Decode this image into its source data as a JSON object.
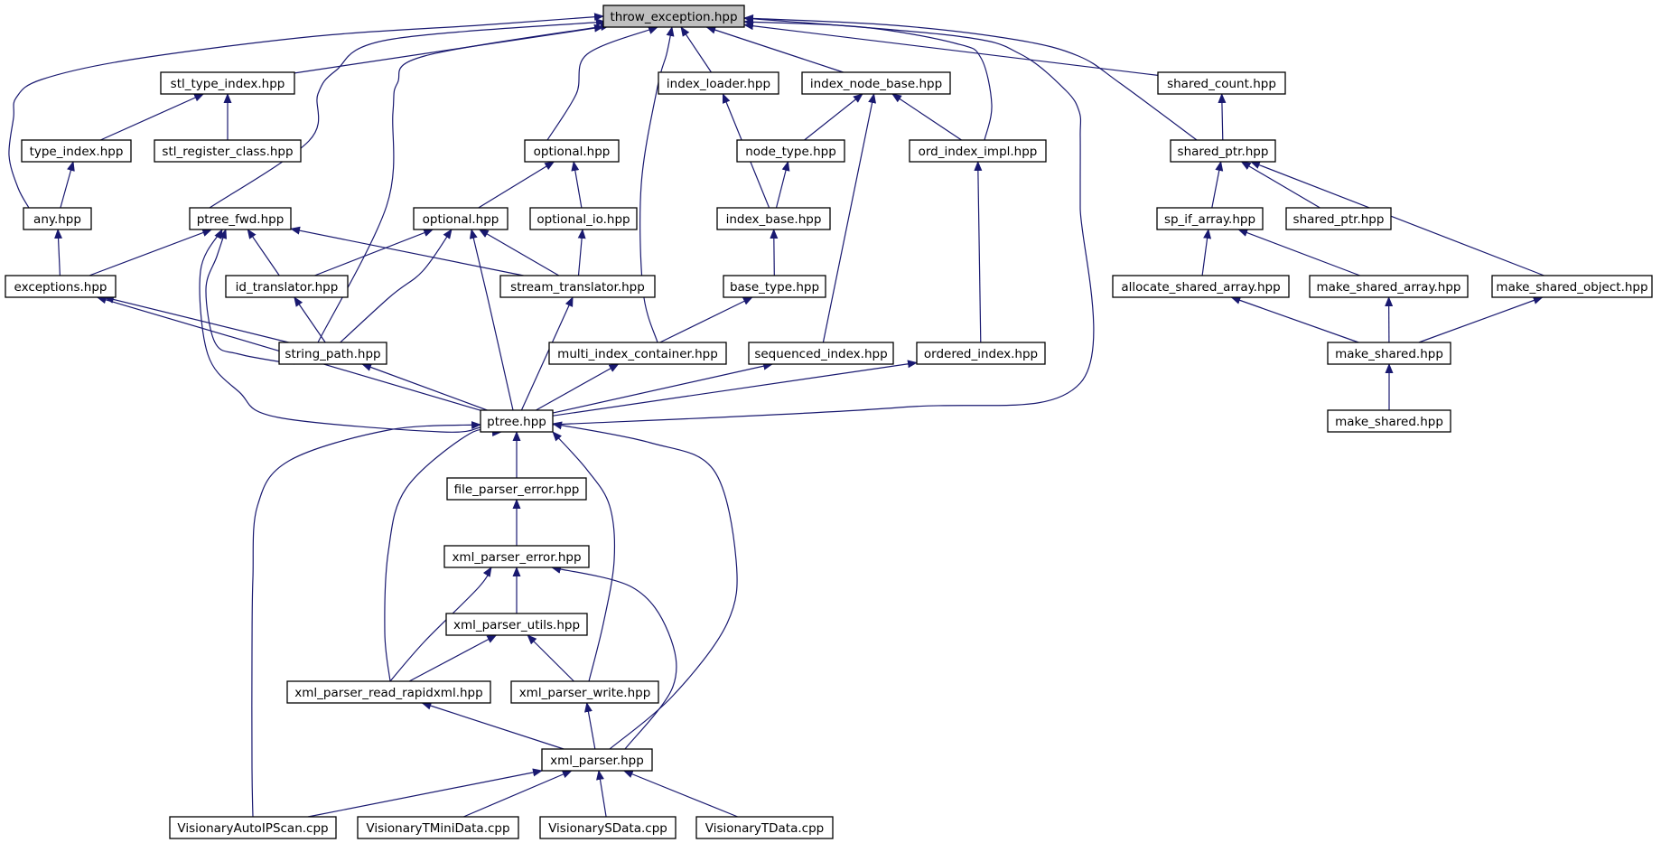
{
  "diagram": {
    "colors": {
      "edge": "#191970",
      "node_border": "#000000",
      "node_fill": "#ffffff",
      "root_fill": "#bfbfbf"
    },
    "root": "throw",
    "nodes": [
      {
        "id": "throw",
        "label": "throw_exception.hpp"
      },
      {
        "id": "stl_type_index",
        "label": "stl_type_index.hpp"
      },
      {
        "id": "index_loader",
        "label": "index_loader.hpp"
      },
      {
        "id": "index_node_base",
        "label": "index_node_base.hpp"
      },
      {
        "id": "shared_count",
        "label": "shared_count.hpp"
      },
      {
        "id": "type_index",
        "label": "type_index.hpp"
      },
      {
        "id": "stl_register_class",
        "label": "stl_register_class.hpp"
      },
      {
        "id": "optional1",
        "label": "optional.hpp"
      },
      {
        "id": "node_type",
        "label": "node_type.hpp"
      },
      {
        "id": "ord_index_impl",
        "label": "ord_index_impl.hpp"
      },
      {
        "id": "shared_ptr1",
        "label": "shared_ptr.hpp"
      },
      {
        "id": "any",
        "label": "any.hpp"
      },
      {
        "id": "ptree_fwd",
        "label": "ptree_fwd.hpp"
      },
      {
        "id": "optional2",
        "label": "optional.hpp"
      },
      {
        "id": "optional_io",
        "label": "optional_io.hpp"
      },
      {
        "id": "index_base",
        "label": "index_base.hpp"
      },
      {
        "id": "sp_if_array",
        "label": "sp_if_array.hpp"
      },
      {
        "id": "shared_ptr2",
        "label": "shared_ptr.hpp"
      },
      {
        "id": "exceptions",
        "label": "exceptions.hpp"
      },
      {
        "id": "id_translator",
        "label": "id_translator.hpp"
      },
      {
        "id": "stream_translator",
        "label": "stream_translator.hpp"
      },
      {
        "id": "base_type",
        "label": "base_type.hpp"
      },
      {
        "id": "allocate_shared_array",
        "label": "allocate_shared_array.hpp"
      },
      {
        "id": "make_shared_array",
        "label": "make_shared_array.hpp"
      },
      {
        "id": "make_shared_object",
        "label": "make_shared_object.hpp"
      },
      {
        "id": "string_path",
        "label": "string_path.hpp"
      },
      {
        "id": "multi_index_container",
        "label": "multi_index_container.hpp"
      },
      {
        "id": "sequenced_index",
        "label": "sequenced_index.hpp"
      },
      {
        "id": "ordered_index",
        "label": "ordered_index.hpp"
      },
      {
        "id": "make_shared1",
        "label": "make_shared.hpp"
      },
      {
        "id": "ptree",
        "label": "ptree.hpp"
      },
      {
        "id": "make_shared2",
        "label": "make_shared.hpp"
      },
      {
        "id": "file_parser_error",
        "label": "file_parser_error.hpp"
      },
      {
        "id": "xml_parser_error",
        "label": "xml_parser_error.hpp"
      },
      {
        "id": "xml_parser_utils",
        "label": "xml_parser_utils.hpp"
      },
      {
        "id": "xml_parser_read_rapidxml",
        "label": "xml_parser_read_rapidxml.hpp"
      },
      {
        "id": "xml_parser_write",
        "label": "xml_parser_write.hpp"
      },
      {
        "id": "xml_parser",
        "label": "xml_parser.hpp"
      },
      {
        "id": "VisionaryAutoIPScan",
        "label": "VisionaryAutoIPScan.cpp"
      },
      {
        "id": "VisionaryTMiniData",
        "label": "VisionaryTMiniData.cpp"
      },
      {
        "id": "VisionarySData",
        "label": "VisionarySData.cpp"
      },
      {
        "id": "VisionaryTData",
        "label": "VisionaryTData.cpp"
      }
    ],
    "edges": [
      {
        "from": "stl_type_index",
        "to": "throw"
      },
      {
        "from": "index_loader",
        "to": "throw"
      },
      {
        "from": "index_node_base",
        "to": "throw"
      },
      {
        "from": "shared_count",
        "to": "throw"
      },
      {
        "from": "any",
        "to": "throw"
      },
      {
        "from": "ptree_fwd",
        "to": "throw"
      },
      {
        "from": "string_path",
        "to": "throw"
      },
      {
        "from": "optional1",
        "to": "throw"
      },
      {
        "from": "multi_index_container",
        "to": "throw"
      },
      {
        "from": "ord_index_impl",
        "to": "throw"
      },
      {
        "from": "ptree",
        "to": "throw"
      },
      {
        "from": "shared_ptr1",
        "to": "throw"
      },
      {
        "from": "type_index",
        "to": "stl_type_index"
      },
      {
        "from": "stl_register_class",
        "to": "stl_type_index"
      },
      {
        "from": "any",
        "to": "type_index"
      },
      {
        "from": "exceptions",
        "to": "any"
      },
      {
        "from": "exceptions",
        "to": "ptree_fwd"
      },
      {
        "from": "id_translator",
        "to": "ptree_fwd"
      },
      {
        "from": "string_path",
        "to": "ptree_fwd"
      },
      {
        "from": "ptree",
        "to": "ptree_fwd"
      },
      {
        "from": "stream_translator",
        "to": "ptree_fwd"
      },
      {
        "from": "optional2",
        "to": "optional1"
      },
      {
        "from": "optional_io",
        "to": "optional1"
      },
      {
        "from": "id_translator",
        "to": "optional2"
      },
      {
        "from": "string_path",
        "to": "optional2"
      },
      {
        "from": "ptree",
        "to": "optional2"
      },
      {
        "from": "stream_translator",
        "to": "optional2"
      },
      {
        "from": "stream_translator",
        "to": "optional_io"
      },
      {
        "from": "index_base",
        "to": "index_loader"
      },
      {
        "from": "node_type",
        "to": "index_node_base"
      },
      {
        "from": "ord_index_impl",
        "to": "index_node_base"
      },
      {
        "from": "sequenced_index",
        "to": "index_node_base"
      },
      {
        "from": "index_base",
        "to": "node_type"
      },
      {
        "from": "base_type",
        "to": "index_base"
      },
      {
        "from": "multi_index_container",
        "to": "base_type"
      },
      {
        "from": "ordered_index",
        "to": "ord_index_impl"
      },
      {
        "from": "shared_ptr1",
        "to": "shared_count"
      },
      {
        "from": "sp_if_array",
        "to": "shared_ptr1"
      },
      {
        "from": "shared_ptr2",
        "to": "shared_ptr1"
      },
      {
        "from": "make_shared_object",
        "to": "shared_ptr1"
      },
      {
        "from": "allocate_shared_array",
        "to": "sp_if_array"
      },
      {
        "from": "make_shared_array",
        "to": "sp_if_array"
      },
      {
        "from": "make_shared1",
        "to": "allocate_shared_array"
      },
      {
        "from": "make_shared1",
        "to": "make_shared_array"
      },
      {
        "from": "make_shared1",
        "to": "make_shared_object"
      },
      {
        "from": "make_shared2",
        "to": "make_shared1"
      },
      {
        "from": "string_path",
        "to": "exceptions"
      },
      {
        "from": "ptree",
        "to": "exceptions"
      },
      {
        "from": "string_path",
        "to": "id_translator"
      },
      {
        "from": "ptree",
        "to": "string_path"
      },
      {
        "from": "ptree",
        "to": "stream_translator"
      },
      {
        "from": "ptree",
        "to": "multi_index_container"
      },
      {
        "from": "ptree",
        "to": "sequenced_index"
      },
      {
        "from": "ptree",
        "to": "ordered_index"
      },
      {
        "from": "file_parser_error",
        "to": "ptree"
      },
      {
        "from": "xml_parser_read_rapidxml",
        "to": "ptree"
      },
      {
        "from": "xml_parser_write",
        "to": "ptree"
      },
      {
        "from": "xml_parser",
        "to": "ptree"
      },
      {
        "from": "VisionaryAutoIPScan",
        "to": "ptree"
      },
      {
        "from": "xml_parser_error",
        "to": "file_parser_error"
      },
      {
        "from": "xml_parser_utils",
        "to": "xml_parser_error"
      },
      {
        "from": "xml_parser_read_rapidxml",
        "to": "xml_parser_error"
      },
      {
        "from": "xml_parser",
        "to": "xml_parser_error"
      },
      {
        "from": "xml_parser_read_rapidxml",
        "to": "xml_parser_utils"
      },
      {
        "from": "xml_parser_write",
        "to": "xml_parser_utils"
      },
      {
        "from": "xml_parser",
        "to": "xml_parser_read_rapidxml"
      },
      {
        "from": "xml_parser",
        "to": "xml_parser_write"
      },
      {
        "from": "VisionaryAutoIPScan",
        "to": "xml_parser"
      },
      {
        "from": "VisionaryTMiniData",
        "to": "xml_parser"
      },
      {
        "from": "VisionarySData",
        "to": "xml_parser"
      },
      {
        "from": "VisionaryTData",
        "to": "xml_parser"
      }
    ]
  }
}
